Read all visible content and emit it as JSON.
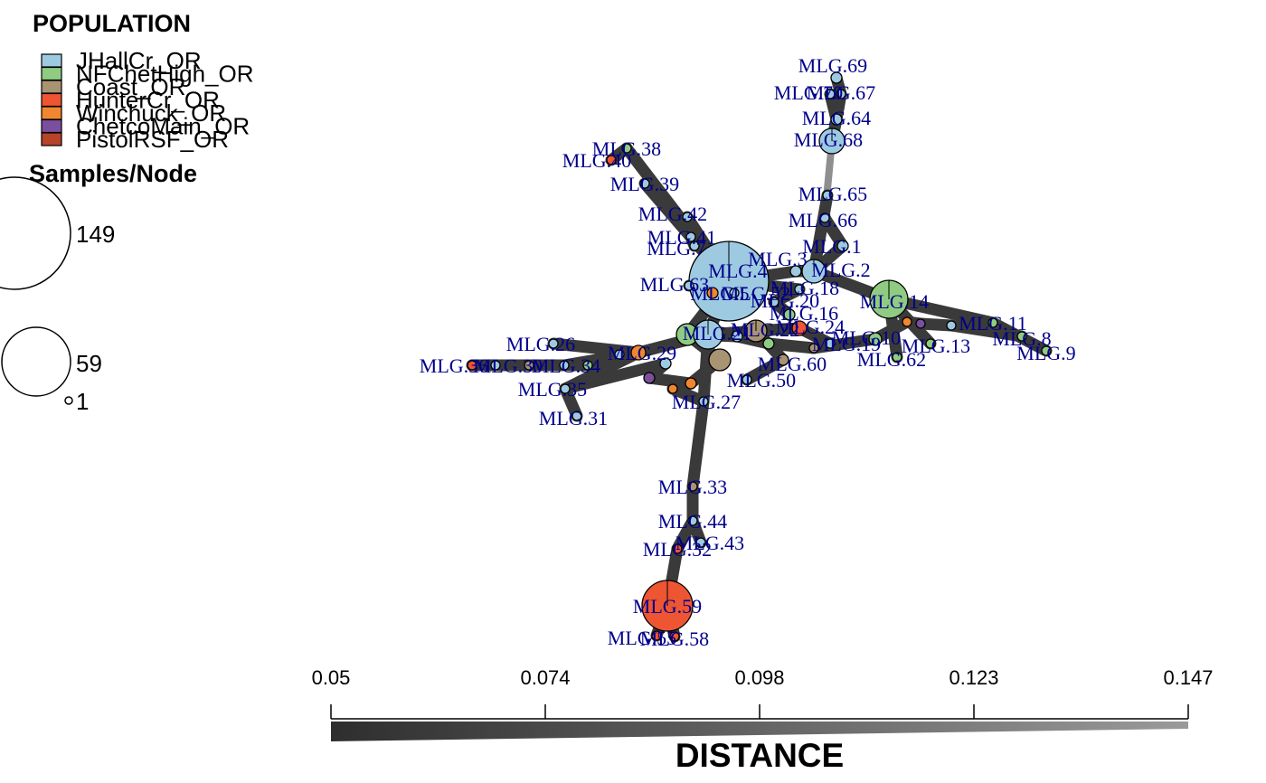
{
  "legend": {
    "title": "POPULATION",
    "items": [
      {
        "label": "JHallCr_OR",
        "color": "#9ecae1"
      },
      {
        "label": "NFChetHigh_OR",
        "color": "#8fcc82"
      },
      {
        "label": "Coast_OR",
        "color": "#a89373"
      },
      {
        "label": "HunterCr_OR",
        "color": "#ee5533"
      },
      {
        "label": "Winchuck_OR",
        "color": "#f0862f"
      },
      {
        "label": "ChetcoMain_OR",
        "color": "#7b4f9e"
      },
      {
        "label": "PistolRSF_OR",
        "color": "#b5442a"
      }
    ]
  },
  "size_legend": {
    "title": "Samples/Node",
    "values": [
      "149",
      "59",
      "1"
    ]
  },
  "distance_scale": {
    "title": "DISTANCE",
    "ticks": [
      "0.05",
      "0.074",
      "0.098",
      "0.123",
      "0.147"
    ]
  },
  "network": {
    "nodes": [
      {
        "id": "MLG.69",
        "color": "#9ecae1"
      },
      {
        "id": "MLG.67",
        "color": "#9ecae1"
      },
      {
        "id": "MLG.70",
        "color": "#9ecae1"
      },
      {
        "id": "MLG.64",
        "color": "#9ecae1"
      },
      {
        "id": "MLG.68",
        "color": "#9ecae1"
      },
      {
        "id": "MLG.65",
        "color": "#9ecae1"
      },
      {
        "id": "MLG.66",
        "color": "#9ecae1"
      },
      {
        "id": "MLG.1",
        "color": "#9ecae1"
      },
      {
        "id": "MLG.2",
        "color": "#9ecae1"
      },
      {
        "id": "MLG.3",
        "color": "#9ecae1"
      },
      {
        "id": "MLG.14",
        "color": "#8fcc82"
      },
      {
        "id": "MLG.18",
        "color": "#9ecae1"
      },
      {
        "id": "MLG.20",
        "color": "#9ecae1"
      },
      {
        "id": "MLG.16",
        "color": "#8fcc82"
      },
      {
        "id": "MLG.11",
        "color": "#8fcc82"
      },
      {
        "id": "MLG.8",
        "color": "#8fcc82"
      },
      {
        "id": "MLG.9",
        "color": "#8fcc82"
      },
      {
        "id": "MLG.13",
        "color": "#8fcc82"
      },
      {
        "id": "MLG.62",
        "color": "#8fcc82"
      },
      {
        "id": "MLG.10",
        "color": "#8fcc82"
      },
      {
        "id": "MLG.19",
        "color": "#9ecae1"
      },
      {
        "id": "MLG.38",
        "color": "#8fcc82"
      },
      {
        "id": "MLG.40",
        "color": "#ee5533"
      },
      {
        "id": "MLG.39",
        "color": "#9ecae1"
      },
      {
        "id": "MLG.42",
        "color": "#9ecae1"
      },
      {
        "id": "MLG.41",
        "color": "#9ecae1"
      },
      {
        "id": "MLG.7",
        "color": "#9ecae1"
      },
      {
        "id": "MLG.4",
        "color": "#9ecae1"
      },
      {
        "id": "MLG.5",
        "color": "#f0862f"
      },
      {
        "id": "MLG.52",
        "color": "#9ecae1"
      },
      {
        "id": "MLG.63",
        "color": "#9ecae1"
      },
      {
        "id": "MLG.21",
        "color": "#9ecae1"
      },
      {
        "id": "MLG.22",
        "color": "#a89373"
      },
      {
        "id": "MLG.24",
        "color": "#ee5533"
      },
      {
        "id": "MLG.60",
        "color": "#a89373"
      },
      {
        "id": "MLG.50",
        "color": "#9ecae1"
      },
      {
        "id": "MLG.26",
        "color": "#9ecae1"
      },
      {
        "id": "MLG.29",
        "color": "#f0862f"
      },
      {
        "id": "MLG.34",
        "color": "#9ecae1"
      },
      {
        "id": "MLG.36",
        "color": "#ee5533"
      },
      {
        "id": "MLG.30",
        "color": "#9ecae1"
      },
      {
        "id": "MLG.35",
        "color": "#9ecae1"
      },
      {
        "id": "MLG.31",
        "color": "#9ecae1"
      },
      {
        "id": "MLG.27",
        "color": "#9ecae1"
      },
      {
        "id": "MLG.33",
        "color": "#a89373"
      },
      {
        "id": "MLG.44",
        "color": "#9ecae1"
      },
      {
        "id": "MLG.43",
        "color": "#9ecae1"
      },
      {
        "id": "MLG.32",
        "color": "#ee5533"
      },
      {
        "id": "MLG.59",
        "color": "#ee5533"
      },
      {
        "id": "MLG.55",
        "color": "#ee5533"
      },
      {
        "id": "MLG.58",
        "color": "#ee5533"
      }
    ],
    "edges": [
      [
        "MLG.69",
        "MLG.67"
      ],
      [
        "MLG.67",
        "MLG.64"
      ],
      [
        "MLG.64",
        "MLG.68"
      ],
      [
        "MLG.68",
        "MLG.66"
      ],
      [
        "MLG.66",
        "MLG.1"
      ],
      [
        "MLG.1",
        "MLG.2"
      ],
      [
        "MLG.2",
        "MLG.14"
      ],
      [
        "MLG.14",
        "MLG.11"
      ],
      [
        "MLG.11",
        "MLG.9"
      ],
      [
        "MLG.14",
        "MLG.13"
      ],
      [
        "MLG.14",
        "MLG.62"
      ],
      [
        "MLG.2",
        "MLG.3"
      ],
      [
        "MLG.3",
        "MLG.4"
      ],
      [
        "MLG.4",
        "MLG.38"
      ],
      [
        "MLG.38",
        "MLG.40"
      ],
      [
        "MLG.4",
        "MLG.39"
      ],
      [
        "MLG.4",
        "MLG.42"
      ],
      [
        "MLG.4",
        "MLG.21"
      ],
      [
        "MLG.21",
        "MLG.22"
      ],
      [
        "MLG.22",
        "MLG.24"
      ],
      [
        "MLG.24",
        "MLG.19"
      ],
      [
        "MLG.21",
        "MLG.29"
      ],
      [
        "MLG.29",
        "MLG.26"
      ],
      [
        "MLG.29",
        "MLG.34"
      ],
      [
        "MLG.34",
        "MLG.36"
      ],
      [
        "MLG.29",
        "MLG.35"
      ],
      [
        "MLG.35",
        "MLG.31"
      ],
      [
        "MLG.21",
        "MLG.27"
      ],
      [
        "MLG.27",
        "MLG.33"
      ],
      [
        "MLG.33",
        "MLG.44"
      ],
      [
        "MLG.44",
        "MLG.32"
      ],
      [
        "MLG.32",
        "MLG.59"
      ],
      [
        "MLG.59",
        "MLG.55"
      ],
      [
        "MLG.22",
        "MLG.60"
      ],
      [
        "MLG.60",
        "MLG.50"
      ]
    ]
  }
}
